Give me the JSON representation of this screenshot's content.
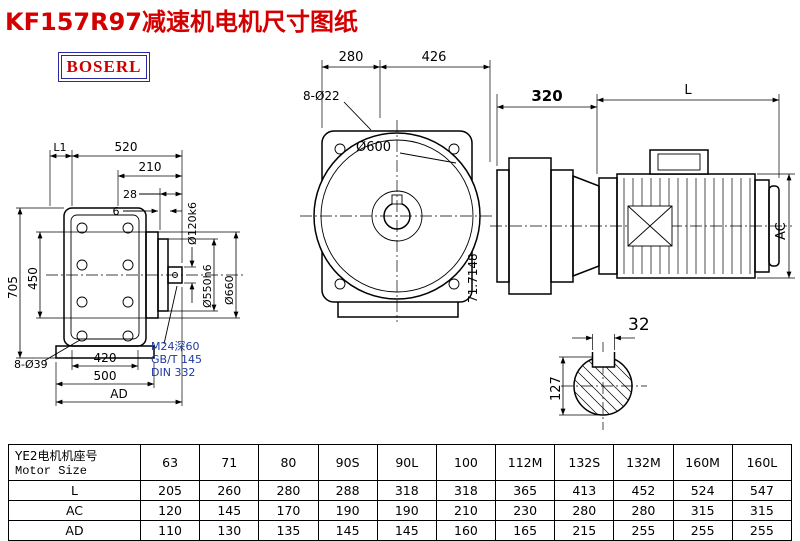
{
  "title": "KF157R97减速机电机尺寸图纸",
  "logo": "BOSERL",
  "colors": {
    "title_red": "#d40000",
    "logo_border_blue": "#2a2aa0",
    "note_blue": "#1e3a9e",
    "line_black": "#000000"
  },
  "drawing": {
    "front": {
      "d280": "280",
      "d426": "426",
      "holes": "8-Ø22",
      "d600": "Ø600",
      "angle": "71.7148"
    },
    "side": {
      "d320": "320",
      "dL": "L",
      "dAC": "AC"
    },
    "shaft": {
      "d32": "32",
      "d127": "127"
    },
    "housing": {
      "dL1": "L1",
      "d520": "520",
      "d210": "210",
      "d28": "28",
      "d6": "6",
      "d705": "705",
      "d450": "450",
      "d420": "420",
      "d500": "500",
      "dAD": "AD",
      "holes": "8-Ø39",
      "dia_shaft": "Ø120k6",
      "dia_spigot": "Ø550h6",
      "dia_flange": "Ø660",
      "tap1": "M24深60",
      "tap2": "GB/T 145",
      "tap3": "DIN 332"
    }
  },
  "table": {
    "row_header_cn": "YE2电机机座号",
    "row_header_en": "Motor Size",
    "columns": [
      "63",
      "71",
      "80",
      "90S",
      "90L",
      "100",
      "112M",
      "132S",
      "132M",
      "160M",
      "160L"
    ],
    "rows": [
      {
        "label": "L",
        "values": [
          "205",
          "260",
          "280",
          "288",
          "318",
          "318",
          "365",
          "413",
          "452",
          "524",
          "547"
        ]
      },
      {
        "label": "AC",
        "values": [
          "120",
          "145",
          "170",
          "190",
          "190",
          "210",
          "230",
          "280",
          "280",
          "315",
          "315"
        ]
      },
      {
        "label": "AD",
        "values": [
          "110",
          "130",
          "135",
          "145",
          "145",
          "160",
          "165",
          "215",
          "255",
          "255",
          "255"
        ]
      }
    ]
  }
}
